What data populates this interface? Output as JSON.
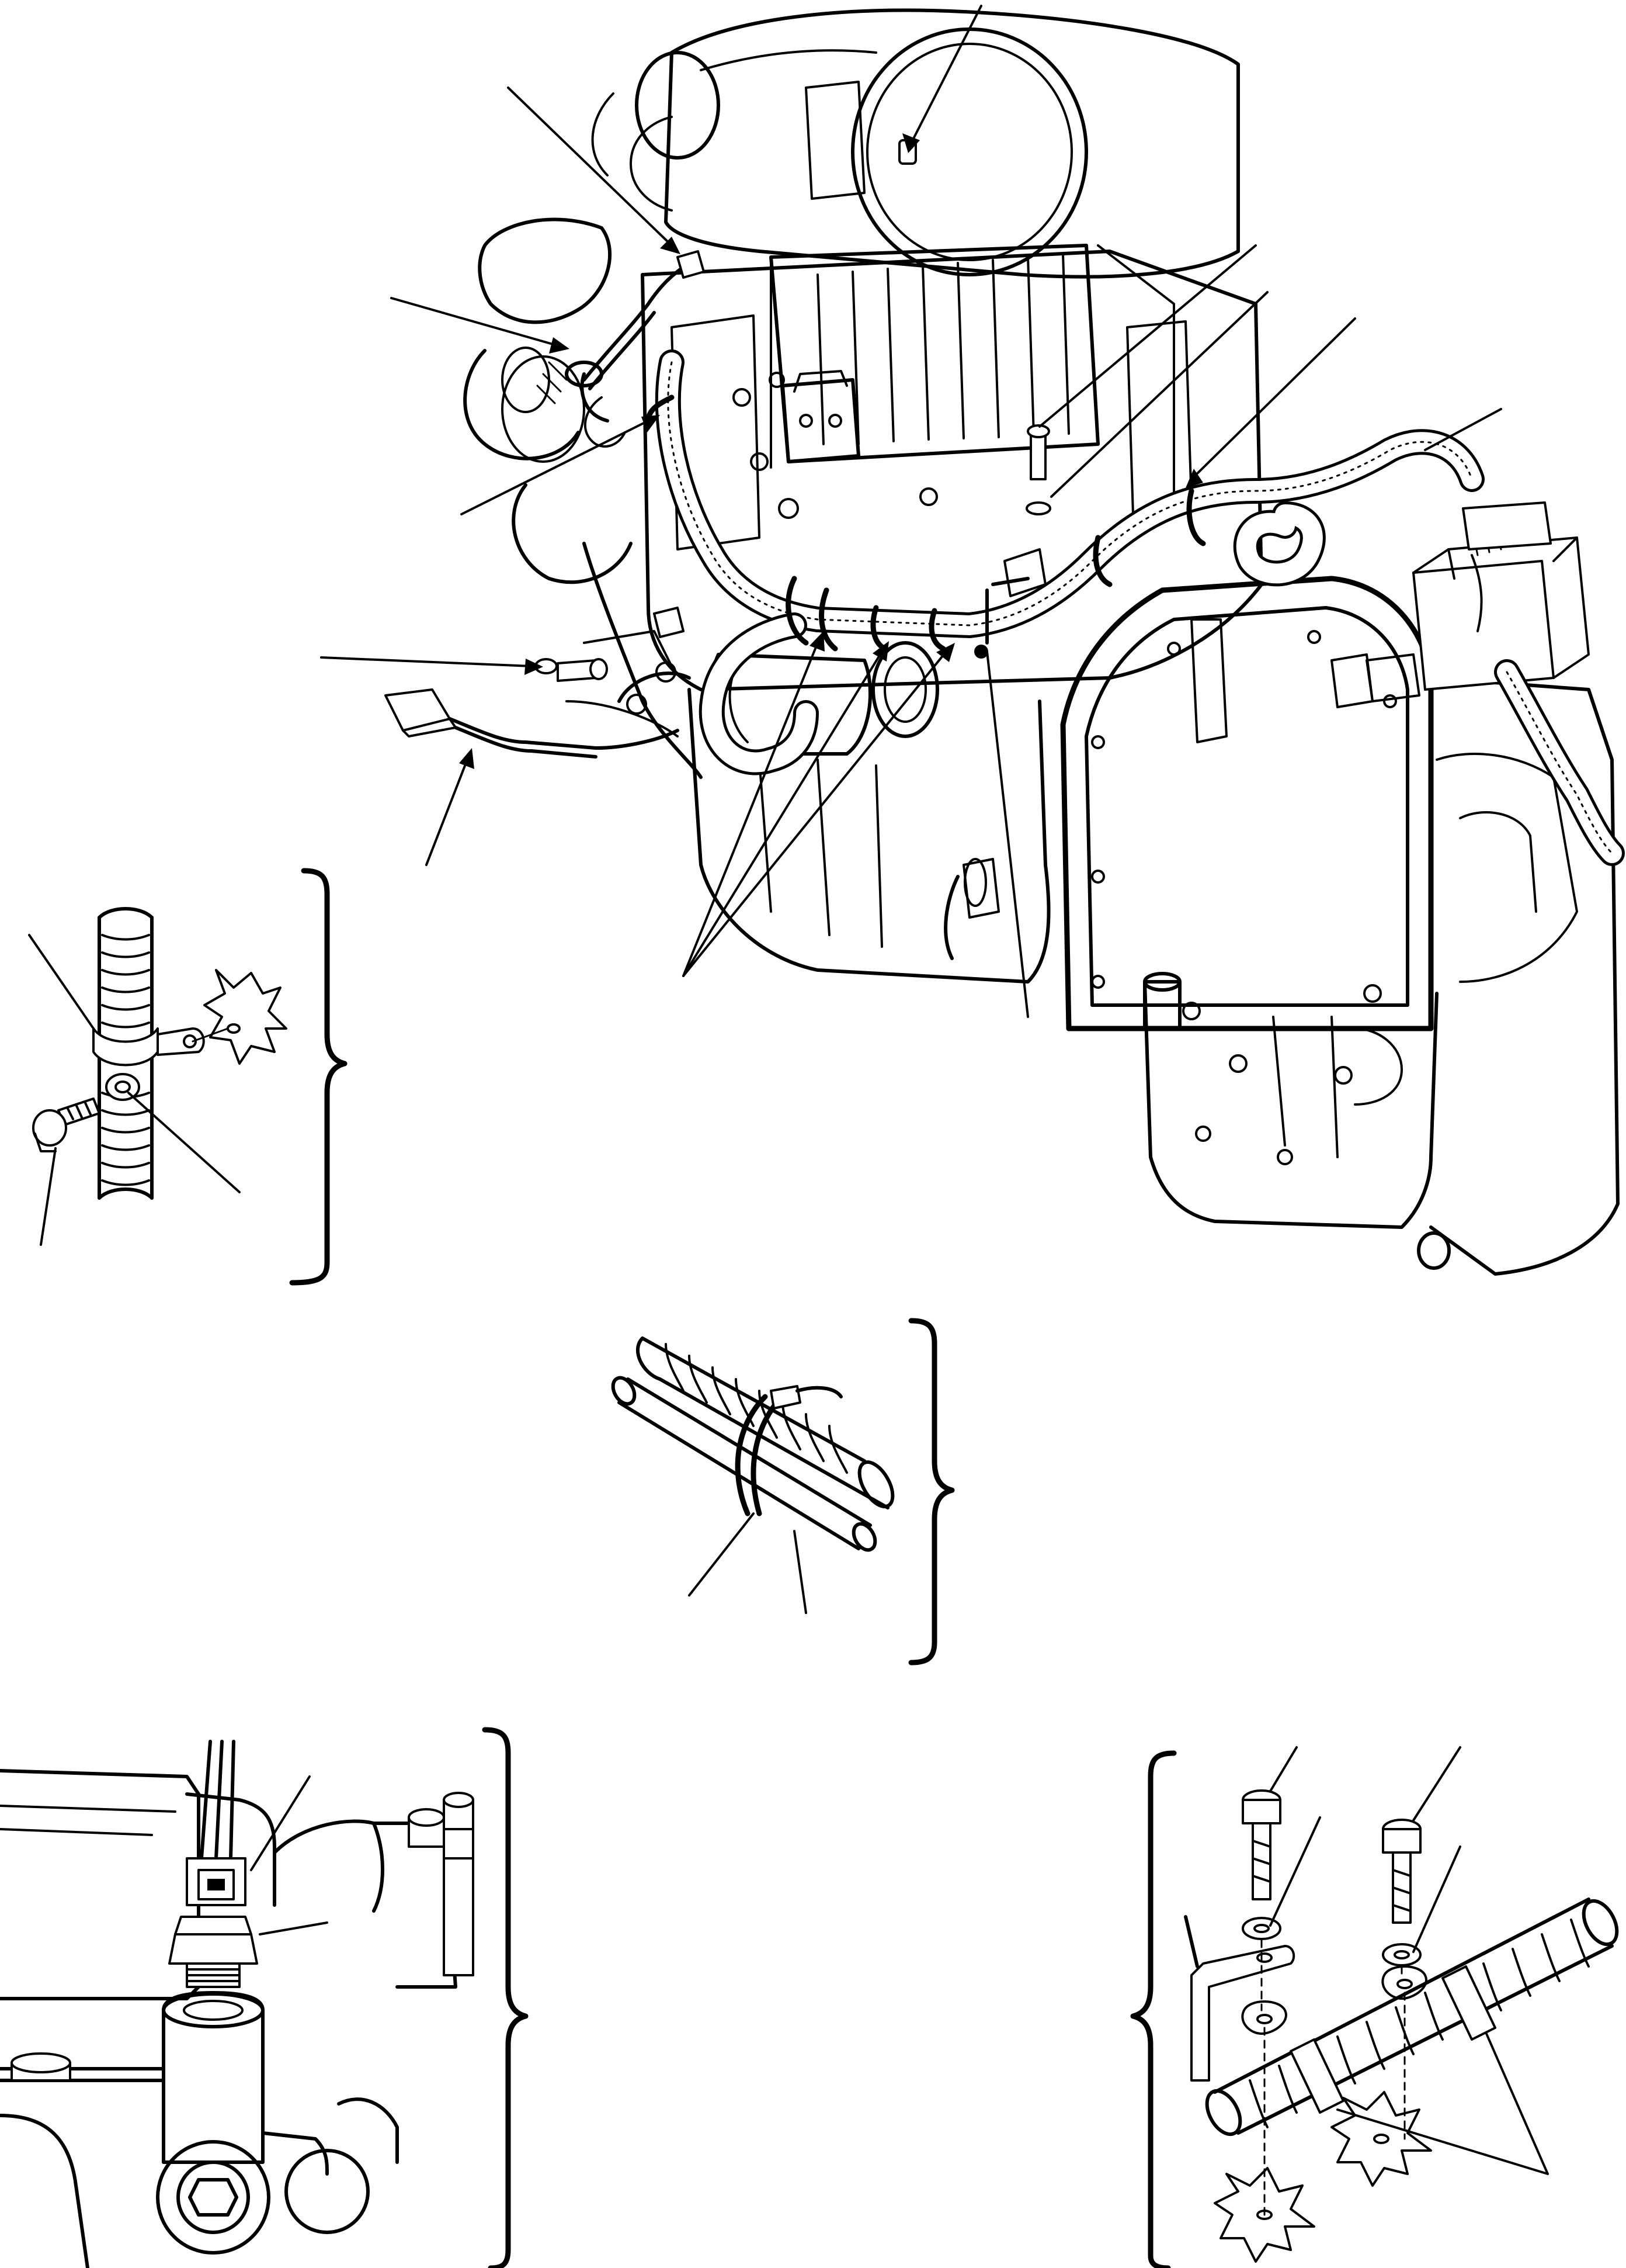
{
  "figure": {
    "kind": "exploded parts diagram",
    "text_labels": [],
    "views": [
      {
        "key": "engine_assembly",
        "subject": "engine-with-wiring-harness"
      },
      {
        "key": "clamp_detail",
        "subject": "harness-clamp-bolt-washer"
      },
      {
        "key": "cable_tie_detail",
        "subject": "cable-tie-harness-hose"
      },
      {
        "key": "sensor_detail",
        "subject": "sensor-connector"
      },
      {
        "key": "bracket_detail",
        "subject": "bracket-clamps-bolts-washers"
      }
    ]
  },
  "colors": {
    "line": "#000000",
    "background": "#ffffff"
  }
}
